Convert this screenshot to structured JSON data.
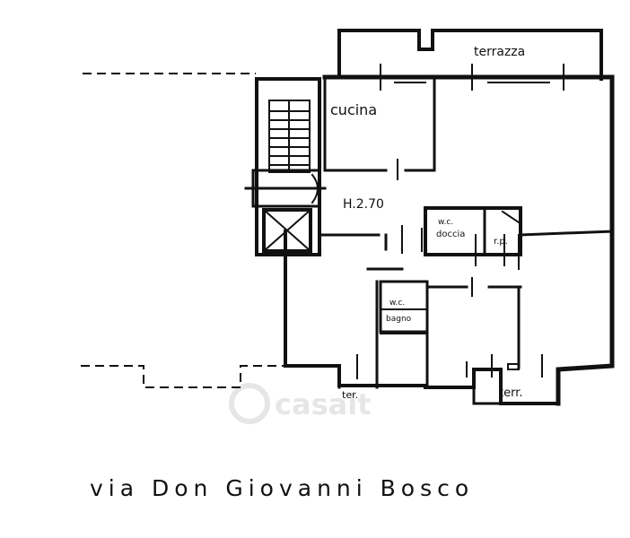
{
  "labels": {
    "terrace_top": "terrazza",
    "kitchen": "cucina",
    "height": "H.2.70",
    "wc_shower_1": "w.c.",
    "wc_shower_2": "doccia",
    "rip": "r.p.",
    "wc_bath_1": "w.c.",
    "wc_bath_2": "bagno",
    "terrace_small": "ter.",
    "terrace_right": "terr."
  },
  "watermark": "casait",
  "street": "via Don Giovanni Bosco"
}
